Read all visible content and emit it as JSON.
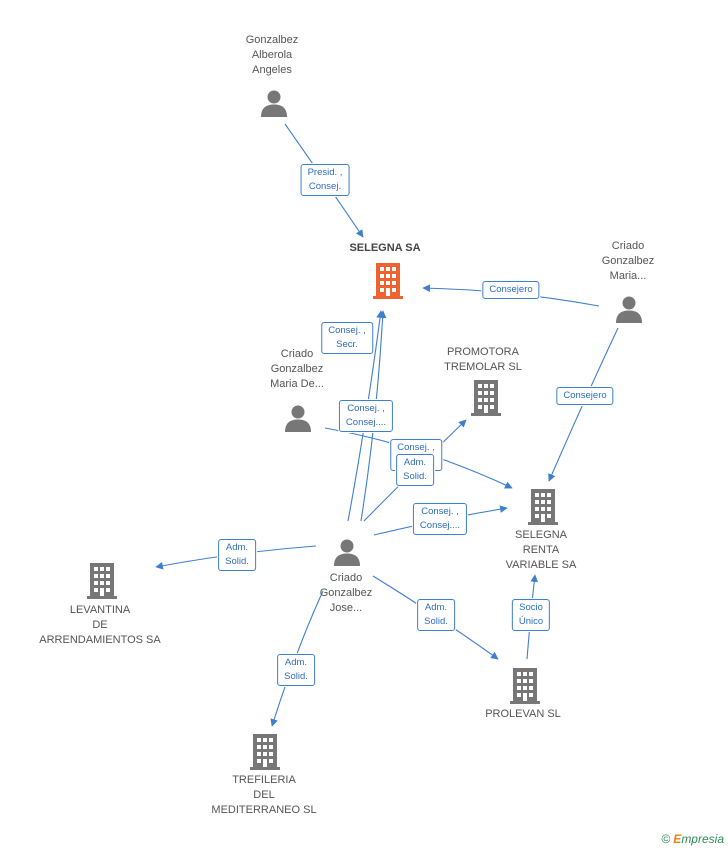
{
  "colors": {
    "edge": "#3f7fd0",
    "person": "#777777",
    "company": "#777777",
    "company_main": "#f0622f"
  },
  "nodes": [
    {
      "id": "n1",
      "type": "person",
      "icon": "person-icon",
      "lines": [
        "Gonzalbez",
        "Alberola",
        "Angeles"
      ]
    },
    {
      "id": "n2",
      "type": "company",
      "icon": "building-icon",
      "lines": [
        "SELEGNA SA"
      ],
      "main": true
    },
    {
      "id": "n3",
      "type": "person",
      "icon": "person-icon",
      "lines": [
        "Criado",
        "Gonzalbez",
        "Maria..."
      ]
    },
    {
      "id": "n4",
      "type": "person",
      "icon": "person-icon",
      "lines": [
        "Criado",
        "Gonzalbez",
        "Maria De..."
      ]
    },
    {
      "id": "n5",
      "type": "company",
      "icon": "building-icon",
      "lines": [
        "PROMOTORA",
        "TREMOLAR SL"
      ]
    },
    {
      "id": "n6",
      "type": "company",
      "icon": "building-icon",
      "lines": [
        "SELEGNA",
        "RENTA",
        "VARIABLE SA"
      ]
    },
    {
      "id": "n7",
      "type": "person",
      "icon": "person-icon",
      "lines": [
        "Criado",
        "Gonzalbez",
        "Jose..."
      ]
    },
    {
      "id": "n8",
      "type": "company",
      "icon": "building-icon",
      "lines": [
        "LEVANTINA",
        "DE",
        "ARRENDAMIENTOS SA"
      ]
    },
    {
      "id": "n9",
      "type": "company",
      "icon": "building-icon",
      "lines": [
        "PROLEVAN SL"
      ]
    },
    {
      "id": "n10",
      "type": "company",
      "icon": "building-icon",
      "lines": [
        "TREFILERIA",
        "DEL",
        "MEDITERRANEO SL"
      ]
    }
  ],
  "edges": [
    {
      "id": "e1",
      "from": "n1",
      "to": "n2",
      "lines": [
        "Presid. ,",
        "Consej."
      ]
    },
    {
      "id": "e2",
      "from": "n3",
      "to": "n2",
      "lines": [
        "Consejero"
      ]
    },
    {
      "id": "e3",
      "from": "n3",
      "to": "n6",
      "lines": [
        "Consejero"
      ]
    },
    {
      "id": "e4",
      "from": "n7",
      "to": "n2",
      "lines": [
        "Consej. ,",
        "Secr."
      ]
    },
    {
      "id": "e5",
      "from": "n7",
      "to": "n2",
      "lines": [
        "Consej. ,",
        "Consej...."
      ]
    },
    {
      "id": "e6",
      "from": "n4",
      "to": "n6",
      "lines": [
        "Consej. ,",
        "..."
      ]
    },
    {
      "id": "e7",
      "from": "n7",
      "to": "n5",
      "lines": [
        "Adm.",
        "Solid."
      ]
    },
    {
      "id": "e8",
      "from": "n7",
      "to": "n6",
      "lines": [
        "Consej. ,",
        "Consej...."
      ]
    },
    {
      "id": "e9",
      "from": "n7",
      "to": "n8",
      "lines": [
        "Adm.",
        "Solid."
      ]
    },
    {
      "id": "e10",
      "from": "n7",
      "to": "n9",
      "lines": [
        "Adm.",
        "Solid."
      ]
    },
    {
      "id": "e11",
      "from": "n7",
      "to": "n10",
      "lines": [
        "Adm.",
        "Solid."
      ]
    },
    {
      "id": "e12",
      "from": "n9",
      "to": "n6",
      "lines": [
        "Socio",
        "Único"
      ]
    }
  ],
  "watermark": {
    "symbol": "©",
    "brand_initial": "E",
    "brand_rest": "mpresia"
  }
}
